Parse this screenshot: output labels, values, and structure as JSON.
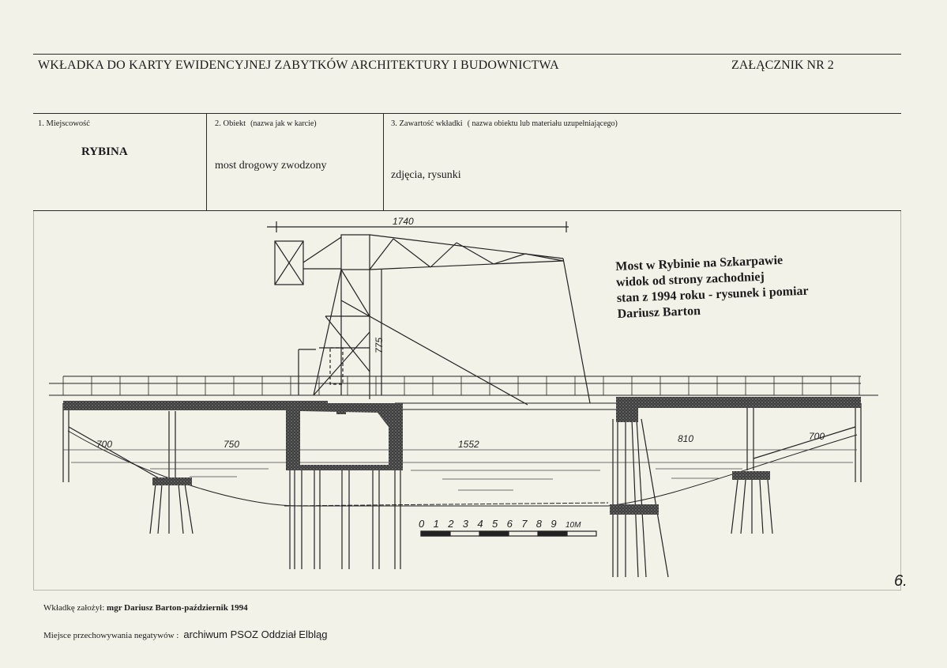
{
  "header": {
    "title": "WKŁADKA DO KARTY EWIDENCYJNEJ ZABYTKÓW ARCHITEKTURY I BUDOWNICTWA",
    "annex": "ZAŁĄCZNIK NR 2"
  },
  "fields": {
    "locality": {
      "label": "1. Miejscowość",
      "value": "RYBINA"
    },
    "object": {
      "label": "2. Obiekt",
      "note": "(nazwa jak w karcie)",
      "value": "most drogowy zwodzony"
    },
    "contents": {
      "label": "3. Zawartość wkładki",
      "note": "( nazwa obiektu lub materiału uzupełniającego)",
      "value": "zdjęcia, rysunki"
    }
  },
  "drawing": {
    "caption": [
      "Most w Rybinie na Szkarpawie",
      "widok od strony zachodniej",
      "stan z 1994 roku - rysunek i pomiar",
      "Dariusz Barton"
    ],
    "dimensions": {
      "top_span": "1740",
      "tower_height": "775",
      "span_left_outer": "700",
      "span_left": "750",
      "span_center": "1552",
      "span_right": "810",
      "span_right_outer": "700"
    },
    "scale": {
      "ticks": [
        "0",
        "1",
        "2",
        "3",
        "4",
        "5",
        "6",
        "7",
        "8",
        "9",
        "10M"
      ]
    }
  },
  "footer": {
    "author_label": "Wkładkę założył:",
    "author_value": "mgr Dariusz Barton-październik 1994",
    "storage_label": "Miejsce przechowywania negatywów :",
    "storage_value": "archiwum PSOZ Oddział Elbląg"
  },
  "page_number": "6."
}
